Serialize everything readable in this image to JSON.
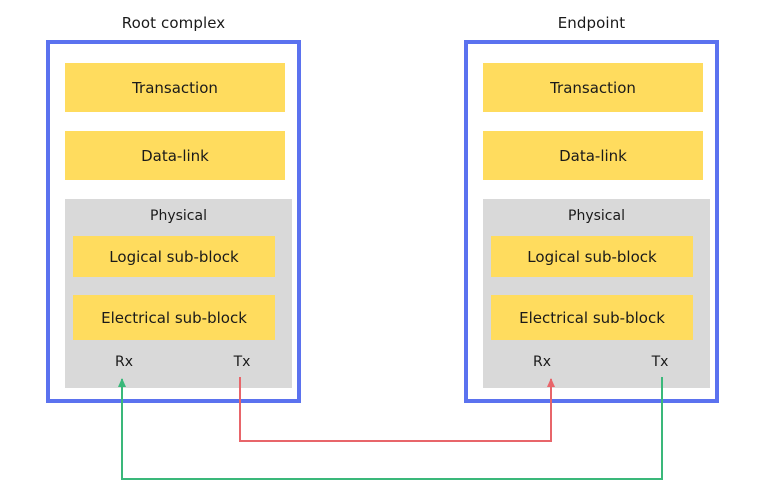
{
  "diagram": {
    "title_hidden": "",
    "colors": {
      "box_border": "#5b72ef",
      "layer_fill": "#ffdc5e",
      "physical_fill": "#d9d9d9",
      "tx_wire_root": "#e8656a",
      "rx_wire_root": "#3ab87a",
      "text": "#1a1a1a",
      "background": "#ffffff"
    },
    "devices": [
      {
        "id": "root-complex",
        "title": "Root complex",
        "layers": [
          {
            "id": "transaction",
            "label": "Transaction"
          },
          {
            "id": "data-link",
            "label": "Data-link"
          }
        ],
        "physical": {
          "label": "Physical",
          "sub_blocks": [
            {
              "id": "logical-sub-block",
              "label": "Logical sub-block"
            },
            {
              "id": "electrical-sub-block",
              "label": "Electrical sub-block"
            }
          ],
          "ports": [
            {
              "id": "rx",
              "label": "Rx",
              "direction": "in",
              "wire_color": "#3ab87a"
            },
            {
              "id": "tx",
              "label": "Tx",
              "direction": "out",
              "wire_color": "#e8656a"
            }
          ]
        }
      },
      {
        "id": "endpoint",
        "title": "Endpoint",
        "layers": [
          {
            "id": "transaction",
            "label": "Transaction"
          },
          {
            "id": "data-link",
            "label": "Data-link"
          }
        ],
        "physical": {
          "label": "Physical",
          "sub_blocks": [
            {
              "id": "logical-sub-block",
              "label": "Logical sub-block"
            },
            {
              "id": "electrical-sub-block",
              "label": "Electrical sub-block"
            }
          ],
          "ports": [
            {
              "id": "rx",
              "label": "Rx",
              "direction": "in",
              "wire_color": "#e8656a"
            },
            {
              "id": "tx",
              "label": "Tx",
              "direction": "out",
              "wire_color": "#3ab87a"
            }
          ]
        }
      }
    ],
    "links": [
      {
        "id": "root-tx-to-endpoint-rx",
        "from": "root-complex.tx",
        "to": "endpoint.rx",
        "color": "#e8656a"
      },
      {
        "id": "endpoint-tx-to-root-rx",
        "from": "endpoint.tx",
        "to": "root-complex.rx",
        "color": "#3ab87a"
      }
    ]
  }
}
